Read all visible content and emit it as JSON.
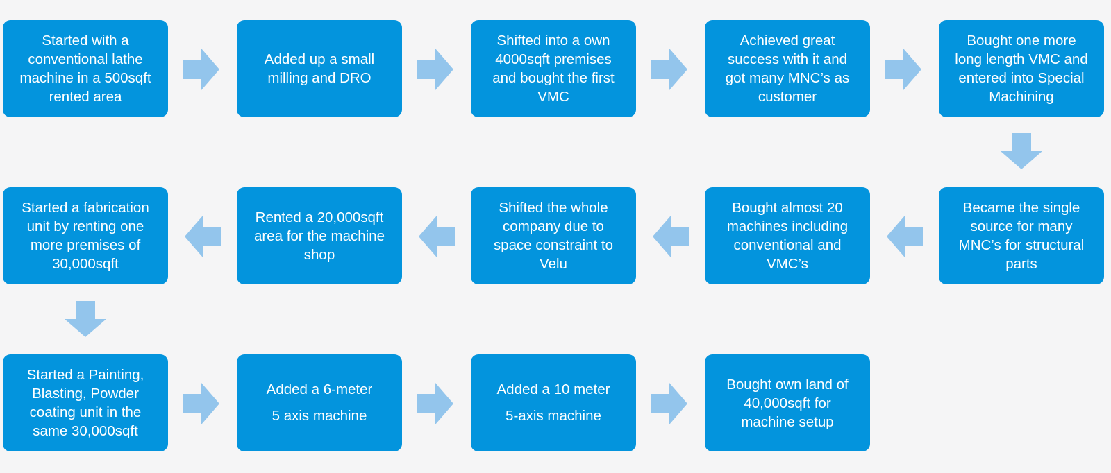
{
  "colors": {
    "background": "#f5f5f6",
    "box": "#0394dd",
    "box_text": "#ffffff",
    "arrow": "#93c5ec"
  },
  "steps": [
    {
      "text": "Started with a\nconventional lathe\nmachine in a 500sqft\nrented area"
    },
    {
      "text": "Added up a small\nmilling and DRO"
    },
    {
      "text": "Shifted into a own\n4000sqft premises\nand bought the first\nVMC"
    },
    {
      "text": "Achieved great\nsuccess with it and\ngot many MNC’s as\ncustomer"
    },
    {
      "text": "Bought one more\nlong length VMC and\nentered into Special\nMachining"
    },
    {
      "text": "Became the single\nsource for many\nMNC’s for structural\nparts"
    },
    {
      "text": "Bought almost 20\nmachines including\nconventional and\nVMC’s"
    },
    {
      "text": "Shifted the whole\ncompany due to\nspace constraint to\nVelu"
    },
    {
      "text": "Rented a 20,000sqft\narea for the machine\nshop"
    },
    {
      "text": "Started a fabrication\nunit by renting one\nmore premises of\n30,000sqft"
    },
    {
      "text": "Started a Painting,\nBlasting, Powder\ncoating unit in the\nsame 30,000sqft"
    },
    {
      "text": "Added a 6-meter\n5 axis machine"
    },
    {
      "text": "Added a 10 meter\n5-axis machine"
    },
    {
      "text": "Bought own land of\n40,000sqft for\nmachine setup"
    }
  ],
  "arrows": [
    {
      "from": 0,
      "to": 1,
      "direction": "right"
    },
    {
      "from": 1,
      "to": 2,
      "direction": "right"
    },
    {
      "from": 2,
      "to": 3,
      "direction": "right"
    },
    {
      "from": 3,
      "to": 4,
      "direction": "right"
    },
    {
      "from": 4,
      "to": 5,
      "direction": "down"
    },
    {
      "from": 5,
      "to": 6,
      "direction": "left"
    },
    {
      "from": 6,
      "to": 7,
      "direction": "left"
    },
    {
      "from": 7,
      "to": 8,
      "direction": "left"
    },
    {
      "from": 8,
      "to": 9,
      "direction": "left"
    },
    {
      "from": 9,
      "to": 10,
      "direction": "down"
    },
    {
      "from": 10,
      "to": 11,
      "direction": "right"
    },
    {
      "from": 11,
      "to": 12,
      "direction": "right"
    },
    {
      "from": 12,
      "to": 13,
      "direction": "right"
    }
  ]
}
